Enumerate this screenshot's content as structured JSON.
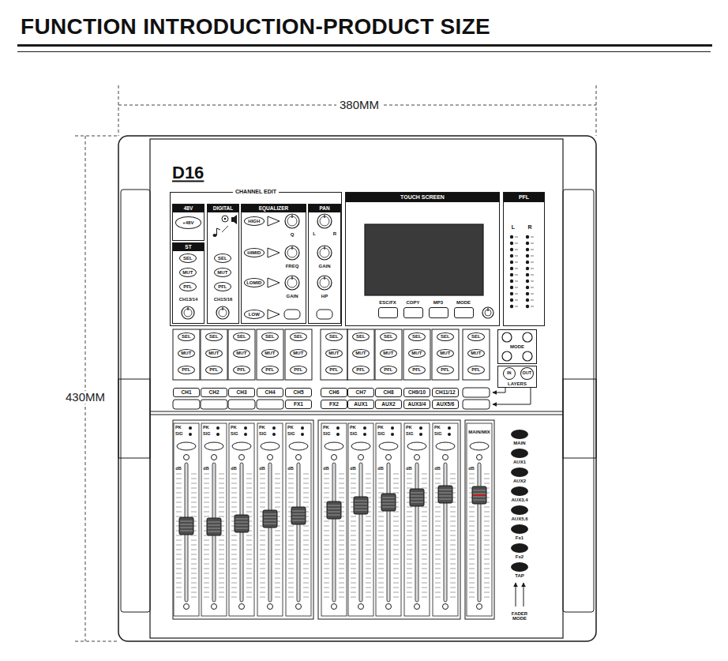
{
  "diagram": {
    "title": "FUNCTION INTRODUCTION-PRODUCT SIZE",
    "nodes": [
      {
        "text": [
          "CHANNEL EDIT"
        ]
      },
      {
        "text": [
          "48V"
        ],
        "in": 0
      },
      {
        "text": [
          "+48V"
        ],
        "in": 1
      },
      {
        "text": [
          "ST",
          "CH13/14"
        ],
        "in": 0
      },
      {
        "text": [
          "SEL"
        ],
        "in": 3
      },
      {
        "text": [
          "MUT"
        ],
        "in": 3
      },
      {
        "text": [
          "PFL"
        ],
        "in": 3
      },
      {
        "text": [
          "DIGITAL",
          "CH15/16"
        ],
        "in": 0
      },
      {
        "text": [
          "SEL"
        ],
        "in": 7
      },
      {
        "text": [
          "MUT"
        ],
        "in": 7
      },
      {
        "text": [
          "PFL"
        ],
        "in": 7
      },
      {
        "text": [
          "EQUALIZER",
          "Q",
          "FREQ",
          "GAIN"
        ],
        "in": 0
      },
      {
        "text": [
          "HIGH"
        ],
        "in": 11
      },
      {
        "text": [
          "HIMID"
        ],
        "in": 11
      },
      {
        "text": [
          "LOMID"
        ],
        "in": 11
      },
      {
        "text": [
          "LOW"
        ],
        "in": 11
      },
      {
        "text": [
          "PAN",
          "L",
          "R",
          "GAIN",
          "HP"
        ],
        "in": 0
      },
      {
        "text": [
          "TOUCH SCREEN"
        ]
      },
      {
        "text": [
          "ESC/FX"
        ],
        "in": 17
      },
      {
        "text": [
          "COPY"
        ],
        "in": 17
      },
      {
        "text": [
          "MP3"
        ],
        "in": 17
      },
      {
        "text": [
          "MODE"
        ],
        "in": 17
      },
      {
        "text": [
          "PFL",
          "L",
          "R"
        ]
      },
      {
        "text": [
          "SEL"
        ]
      },
      {
        "text": [
          "MUT"
        ]
      },
      {
        "text": [
          "PFL"
        ]
      },
      {
        "text": [
          "SEL"
        ]
      },
      {
        "text": [
          "MUT"
        ]
      },
      {
        "text": [
          "PFL"
        ]
      },
      {
        "text": [
          "SEL"
        ]
      },
      {
        "text": [
          "MUT"
        ]
      },
      {
        "text": [
          "PFL"
        ]
      },
      {
        "text": [
          "SEL"
        ]
      },
      {
        "text": [
          "MUT"
        ]
      },
      {
        "text": [
          "PFL"
        ]
      },
      {
        "text": [
          "SEL"
        ]
      },
      {
        "text": [
          "MUT"
        ]
      },
      {
        "text": [
          "PFL"
        ]
      },
      {
        "text": [
          "SEL"
        ]
      },
      {
        "text": [
          "MUT"
        ]
      },
      {
        "text": [
          "PFL"
        ]
      },
      {
        "text": [
          "SEL"
        ]
      },
      {
        "text": [
          "MUT"
        ]
      },
      {
        "text": [
          "PFL"
        ]
      },
      {
        "text": [
          "SEL"
        ]
      },
      {
        "text": [
          "MUT"
        ]
      },
      {
        "text": [
          "PFL"
        ]
      },
      {
        "text": [
          "SEL"
        ]
      },
      {
        "text": [
          "MUT"
        ]
      },
      {
        "text": [
          "PFL"
        ]
      },
      {
        "text": [
          "SEL"
        ]
      },
      {
        "text": [
          "MUT"
        ]
      },
      {
        "text": [
          "PFL"
        ]
      },
      {
        "text": [
          "SEL"
        ]
      },
      {
        "text": [
          "MUT"
        ]
      },
      {
        "text": [
          "PFL"
        ]
      },
      {
        "text": [
          "MODE"
        ]
      },
      {
        "text": [
          "LAYERS"
        ]
      },
      {
        "text": [
          "IN"
        ],
        "in": 57
      },
      {
        "text": [
          "OUT"
        ],
        "in": 57
      },
      {
        "text": [
          "CH1"
        ]
      },
      {
        "text": [
          "CH2"
        ]
      },
      {
        "text": [
          "CH3"
        ]
      },
      {
        "text": [
          "CH4"
        ]
      },
      {
        "text": [
          "CH5"
        ]
      },
      {
        "text": [
          "CH6"
        ]
      },
      {
        "text": [
          "CH7"
        ]
      },
      {
        "text": [
          "CH8"
        ]
      },
      {
        "text": [
          "CH9/10"
        ]
      },
      {
        "text": [
          "CH11/12"
        ]
      },
      {
        "text": [
          "FX1"
        ]
      },
      {
        "text": [
          "FX2"
        ]
      },
      {
        "text": [
          "AUX1"
        ]
      },
      {
        "text": [
          "AUX2"
        ]
      },
      {
        "text": [
          "AUX3/4"
        ]
      },
      {
        "text": [
          "AUX5/6"
        ]
      },
      {
        "text": [
          "MAIN"
        ]
      },
      {
        "text": [
          "AUX1"
        ]
      },
      {
        "text": [
          "AUX2"
        ]
      },
      {
        "text": [
          "AUX3,4"
        ]
      },
      {
        "text": [
          "AUX5,6"
        ]
      },
      {
        "text": [
          "Fx1"
        ]
      },
      {
        "text": [
          "Fx2"
        ]
      },
      {
        "text": [
          "TAP"
        ]
      }
    ],
    "labels": [
      "D16",
      "380MM",
      "430MM",
      "PK",
      "SIG",
      "dB",
      "PK",
      "SIG",
      "dB",
      "PK",
      "SIG",
      "dB",
      "PK",
      "SIG",
      "dB",
      "PK",
      "SIG",
      "dB",
      "PK",
      "SIG",
      "dB",
      "PK",
      "SIG",
      "dB",
      "PK",
      "SIG",
      "dB",
      "PK",
      "SIG",
      "dB",
      "PK",
      "SIG",
      "dB",
      "MAIN/MIX",
      "dB",
      "FADER MODE"
    ]
  }
}
